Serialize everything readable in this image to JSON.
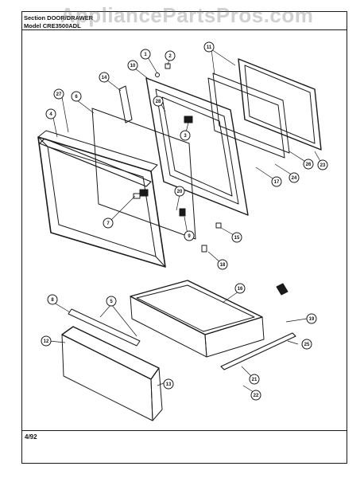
{
  "header": {
    "section_line": "Section DOOR/DRAWER",
    "model_line": "Model CRE3500ADL"
  },
  "watermark": "AppliancePartsPros.com",
  "footer": {
    "date": "4/92"
  },
  "callouts": [
    "1",
    "2",
    "3",
    "4",
    "5",
    "6",
    "7",
    "8",
    "9",
    "10",
    "11",
    "12",
    "13",
    "14",
    "15",
    "16",
    "17",
    "18",
    "19",
    "20",
    "21",
    "22",
    "23",
    "24",
    "25",
    "26",
    "27",
    "28"
  ]
}
